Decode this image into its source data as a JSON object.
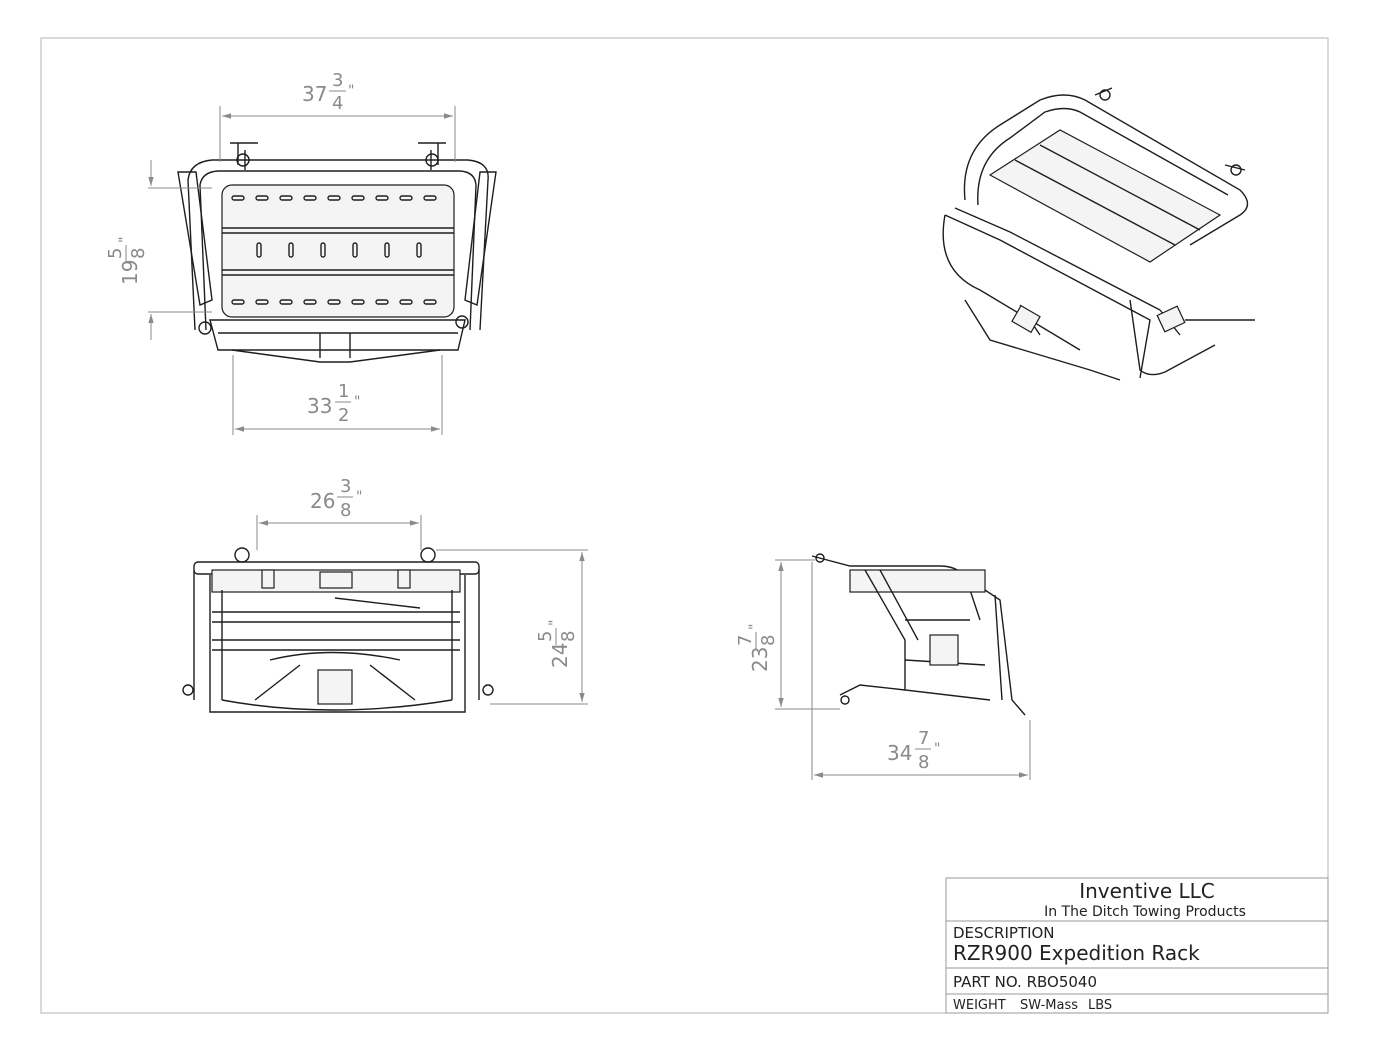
{
  "dimensions": {
    "top_width": {
      "whole": "37",
      "num": "3",
      "den": "4",
      "unit": "\""
    },
    "top_depth": {
      "whole": "19",
      "num": "5",
      "den": "8",
      "unit": "\""
    },
    "top_lower": {
      "whole": "33",
      "num": "1",
      "den": "2",
      "unit": "\""
    },
    "front_width": {
      "whole": "26",
      "num": "3",
      "den": "8",
      "unit": "\""
    },
    "front_height": {
      "whole": "24",
      "num": "5",
      "den": "8",
      "unit": "\""
    },
    "side_height": {
      "whole": "23",
      "num": "7",
      "den": "8",
      "unit": "\""
    },
    "side_width": {
      "whole": "34",
      "num": "7",
      "den": "8",
      "unit": "\""
    }
  },
  "title_block": {
    "company": "Inventive LLC",
    "tagline": "In The Ditch Towing Products",
    "description_label": "DESCRIPTION",
    "description": "RZR900 Expedition Rack",
    "part_no": "PART  NO. RBO5040",
    "weight_label": "WEIGHT",
    "weight_value": "SW-Mass",
    "weight_unit": "LBS"
  }
}
